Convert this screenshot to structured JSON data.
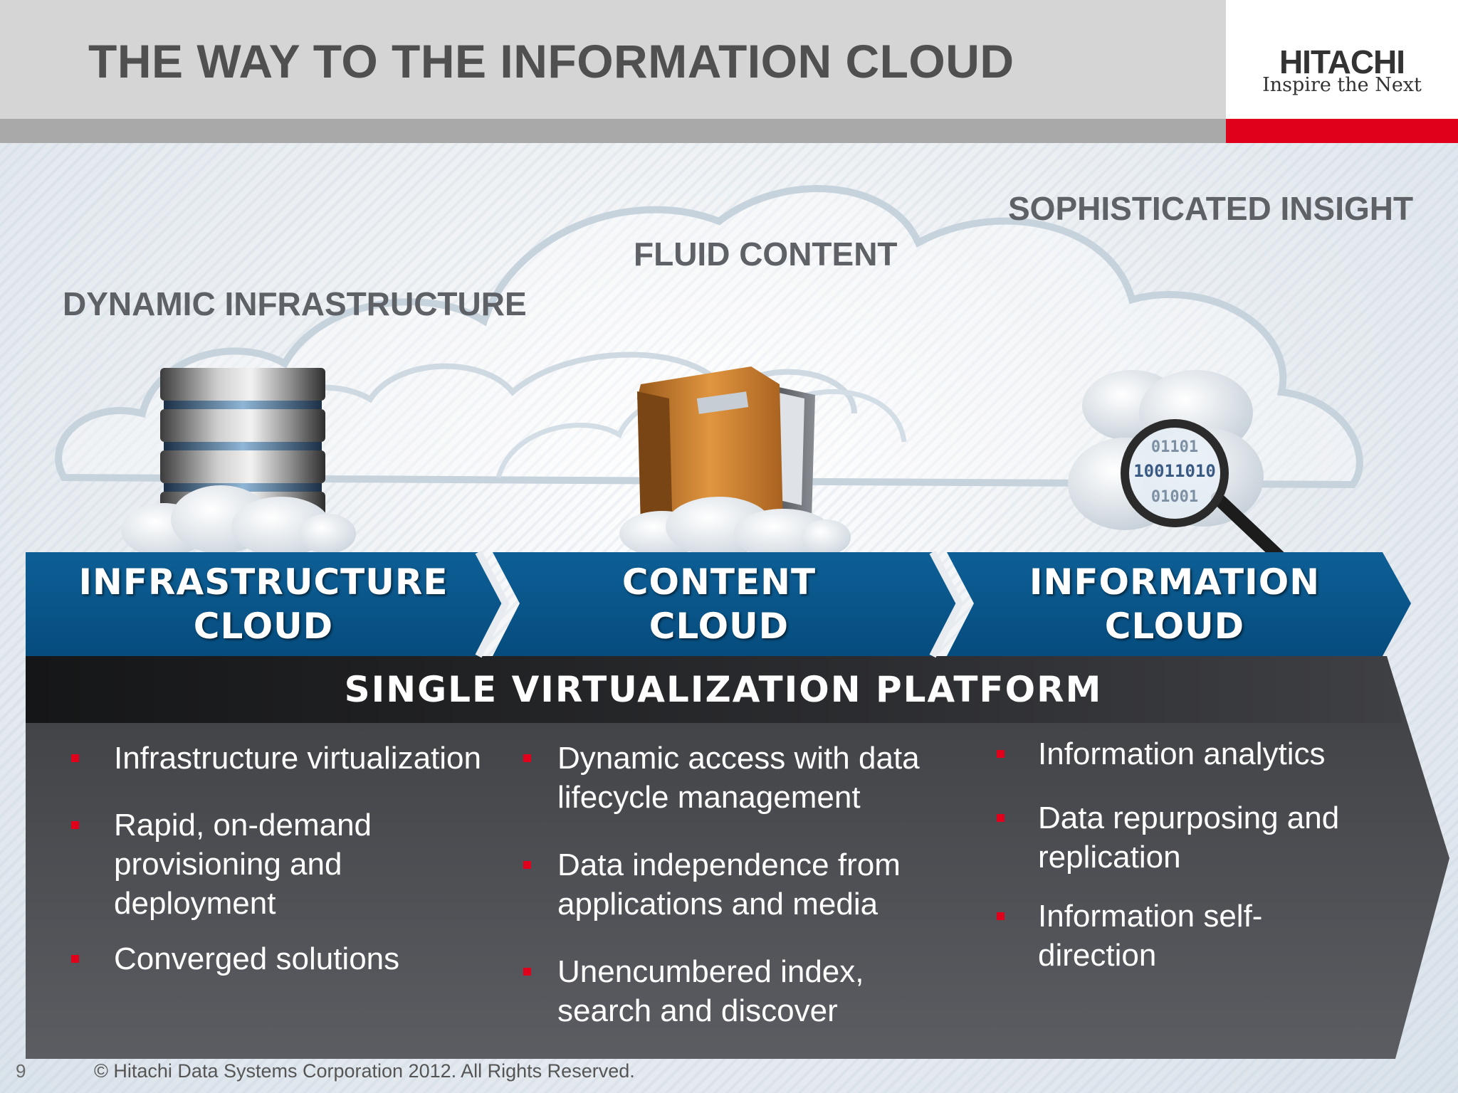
{
  "header": {
    "title": "THE WAY TO THE INFORMATION CLOUD",
    "logo_name": "HITACHI",
    "logo_tagline": "Inspire the Next"
  },
  "stages": [
    {
      "label": "DYNAMIC INFRASTRUCTURE",
      "cloud_line1": "INFRASTRUCTURE",
      "cloud_line2": "CLOUD",
      "icon": "database-icon"
    },
    {
      "label": "FLUID CONTENT",
      "cloud_line1": "CONTENT",
      "cloud_line2": "CLOUD",
      "icon": "folder-icon"
    },
    {
      "label": "SOPHISTICATED INSIGHT",
      "cloud_line1": "INFORMATION",
      "cloud_line2": "CLOUD",
      "icon": "magnifier-icon"
    }
  ],
  "magnifier_digits": [
    "01101",
    "10011010",
    "01001"
  ],
  "platform": {
    "title": "SINGLE VIRTUALIZATION PLATFORM",
    "columns": [
      [
        "Infrastructure virtualization",
        "Rapid, on-demand provisioning and deployment",
        "Converged solutions"
      ],
      [
        "Dynamic access with data lifecycle management",
        "Data independence from applications and media",
        "Unencumbered index, search and discover"
      ],
      [
        "Information analytics",
        "Data repurposing and replication",
        "Information self-direction"
      ]
    ]
  },
  "footer": {
    "page_number": "9",
    "copyright": "© Hitachi Data Systems Corporation 2012. All Rights Reserved."
  },
  "colors": {
    "arrow_blue": "#0a5b92",
    "platform_dark": "#4d4f53",
    "bullet_red": "#e0001b",
    "brand_red": "#e0001b"
  }
}
